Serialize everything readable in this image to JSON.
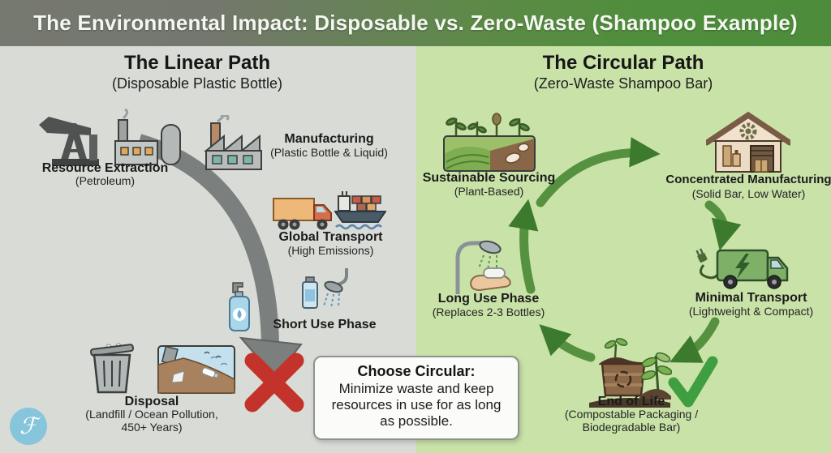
{
  "header": {
    "title": "The Environmental Impact: Disposable vs. Zero-Waste (Shampoo Example)"
  },
  "linear_path": {
    "title": "The Linear Path",
    "subtitle": "(Disposable Plastic Bottle)",
    "steps": [
      {
        "label": "Resource Extraction",
        "sublabel": "(Petroleum)",
        "icons": [
          "oil-pumpjack-icon",
          "refinery-icon"
        ]
      },
      {
        "label": "Manufacturing",
        "sublabel": "(Plastic Bottle & Liquid)",
        "icons": [
          "factory-icon"
        ]
      },
      {
        "label": "Global Transport",
        "sublabel": "(High Emissions)",
        "icons": [
          "cargo-truck-icon",
          "cargo-ship-icon"
        ]
      },
      {
        "label": "Short Use Phase",
        "sublabel": "",
        "icons": [
          "pump-bottle-icon",
          "bottle-shower-icon"
        ]
      },
      {
        "label": "Disposal",
        "sublabel": "(Landfill / Ocean Pollution, 450+ Years)",
        "icons": [
          "trash-can-icon",
          "ocean-pollution-icon"
        ]
      }
    ],
    "result_mark": "red-x"
  },
  "circular_path": {
    "title": "The Circular Path",
    "subtitle": "(Zero-Waste Shampoo Bar)",
    "steps": [
      {
        "label": "Sustainable Sourcing",
        "sublabel": "(Plant-Based)",
        "icons": [
          "crop-field-icon"
        ]
      },
      {
        "label": "Concentrated Manufacturing",
        "sublabel": "(Solid Bar, Low Water)",
        "icons": [
          "workshop-house-icon"
        ]
      },
      {
        "label": "Minimal Transport",
        "sublabel": "(Lightweight & Compact)",
        "icons": [
          "electric-van-icon"
        ]
      },
      {
        "label": "End of Life",
        "sublabel": "(Compostable Packaging / Biodegradable Bar)",
        "icons": [
          "compost-bin-icon",
          "plant-icon"
        ]
      },
      {
        "label": "Long Use Phase",
        "sublabel": "(Replaces 2-3 Bottles)",
        "icons": [
          "shower-soap-hand-icon"
        ]
      }
    ],
    "result_mark": "green-check"
  },
  "callout": {
    "title": "Choose Circular:",
    "body": "Minimize waste and keep resources in use for as long as possible."
  },
  "logo": {
    "glyph": "ℱ",
    "color": "#86c5db"
  },
  "colors": {
    "header_gray": "#76796f",
    "header_green": "#4f8e3c",
    "left_bg": "#d9dbd6",
    "right_bg": "#c9e2a8",
    "gray_arrow": "#7b7f7d",
    "green_arrow": "#55913f",
    "red_x": "#c4332b",
    "green_check": "#3f9e3f"
  }
}
